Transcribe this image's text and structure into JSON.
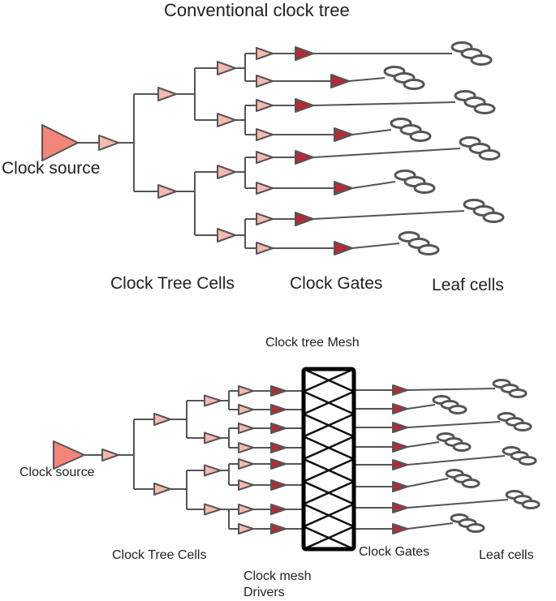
{
  "top": {
    "title": "Conventional clock tree",
    "source_label": "Clock source",
    "tree_cells_label": "Clock Tree Cells",
    "gates_label": "Clock Gates",
    "leaf_label": "Leaf cells"
  },
  "bottom": {
    "title": "Clock tree Mesh",
    "source_label": "Clock source",
    "tree_cells_label": "Clock Tree Cells",
    "drivers_label_1": "Clock mesh",
    "drivers_label_2": "Drivers",
    "gates_label": "Clock Gates",
    "leaf_label": "Leaf cells"
  },
  "colors": {
    "source": "#f4857a",
    "tree_cell": "#f7b8ae",
    "gate": "#b32b35",
    "wire": "#555555",
    "mesh": "#111111"
  }
}
